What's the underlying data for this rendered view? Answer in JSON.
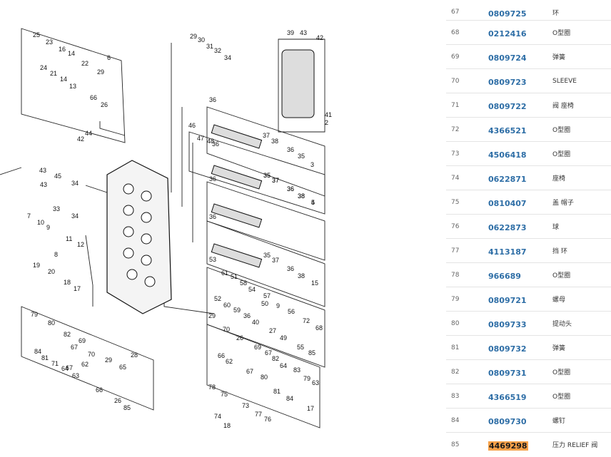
{
  "diagram": {
    "callouts": [
      "25",
      "23",
      "16",
      "14",
      "24",
      "21",
      "22",
      "14",
      "13",
      "6",
      "29",
      "66",
      "26",
      "42",
      "44",
      "43",
      "45",
      "34",
      "43",
      "33",
      "34",
      "7",
      "10",
      "9",
      "11",
      "12",
      "8",
      "19",
      "20",
      "18",
      "17",
      "79",
      "80",
      "82",
      "69",
      "67",
      "84",
      "81",
      "71",
      "67",
      "64",
      "62",
      "70",
      "29",
      "65",
      "63",
      "66",
      "26",
      "85",
      "28",
      "29",
      "30",
      "31",
      "32",
      "34",
      "39",
      "43",
      "42",
      "41",
      "2",
      "36",
      "37",
      "36",
      "35",
      "38",
      "3",
      "46",
      "47",
      "48",
      "36",
      "35",
      "37",
      "36",
      "38",
      "4",
      "36",
      "35",
      "37",
      "36",
      "38",
      "5",
      "36",
      "35",
      "37",
      "36",
      "38",
      "15",
      "53",
      "61",
      "51",
      "58",
      "54",
      "52",
      "60",
      "59",
      "36",
      "57",
      "50",
      "9",
      "40",
      "27",
      "56",
      "72",
      "49",
      "55",
      "68",
      "85",
      "29",
      "70",
      "26",
      "66",
      "62",
      "69",
      "67",
      "82",
      "64",
      "80",
      "83",
      "79",
      "63",
      "67",
      "81",
      "84",
      "17",
      "78",
      "75",
      "73",
      "74",
      "18",
      "77",
      "76"
    ]
  },
  "parts": [
    {
      "no": "67",
      "part": "0809725",
      "name": "环"
    },
    {
      "no": "68",
      "part": "0212416",
      "name": "O型圈"
    },
    {
      "no": "69",
      "part": "0809724",
      "name": "弹簧"
    },
    {
      "no": "70",
      "part": "0809723",
      "name": "SLEEVE"
    },
    {
      "no": "71",
      "part": "0809722",
      "name": "阀 座椅"
    },
    {
      "no": "72",
      "part": "4366521",
      "name": "O型圈"
    },
    {
      "no": "73",
      "part": "4506418",
      "name": "O型圈"
    },
    {
      "no": "74",
      "part": "0622871",
      "name": "座椅"
    },
    {
      "no": "75",
      "part": "0810407",
      "name": "盖 帽子"
    },
    {
      "no": "76",
      "part": "0622873",
      "name": "球"
    },
    {
      "no": "77",
      "part": "4113187",
      "name": "挡 环"
    },
    {
      "no": "78",
      "part": "966689",
      "name": "O型圈"
    },
    {
      "no": "79",
      "part": "0809721",
      "name": "螺母"
    },
    {
      "no": "80",
      "part": "0809733",
      "name": "提动头"
    },
    {
      "no": "81",
      "part": "0809732",
      "name": "弹簧"
    },
    {
      "no": "82",
      "part": "0809731",
      "name": "O型圈"
    },
    {
      "no": "83",
      "part": "4366519",
      "name": "O型圈"
    },
    {
      "no": "84",
      "part": "0809730",
      "name": "螺钉"
    },
    {
      "no": "85",
      "part": "4469298",
      "name": "压力 RELIEF 阀",
      "highlighted": true
    }
  ]
}
